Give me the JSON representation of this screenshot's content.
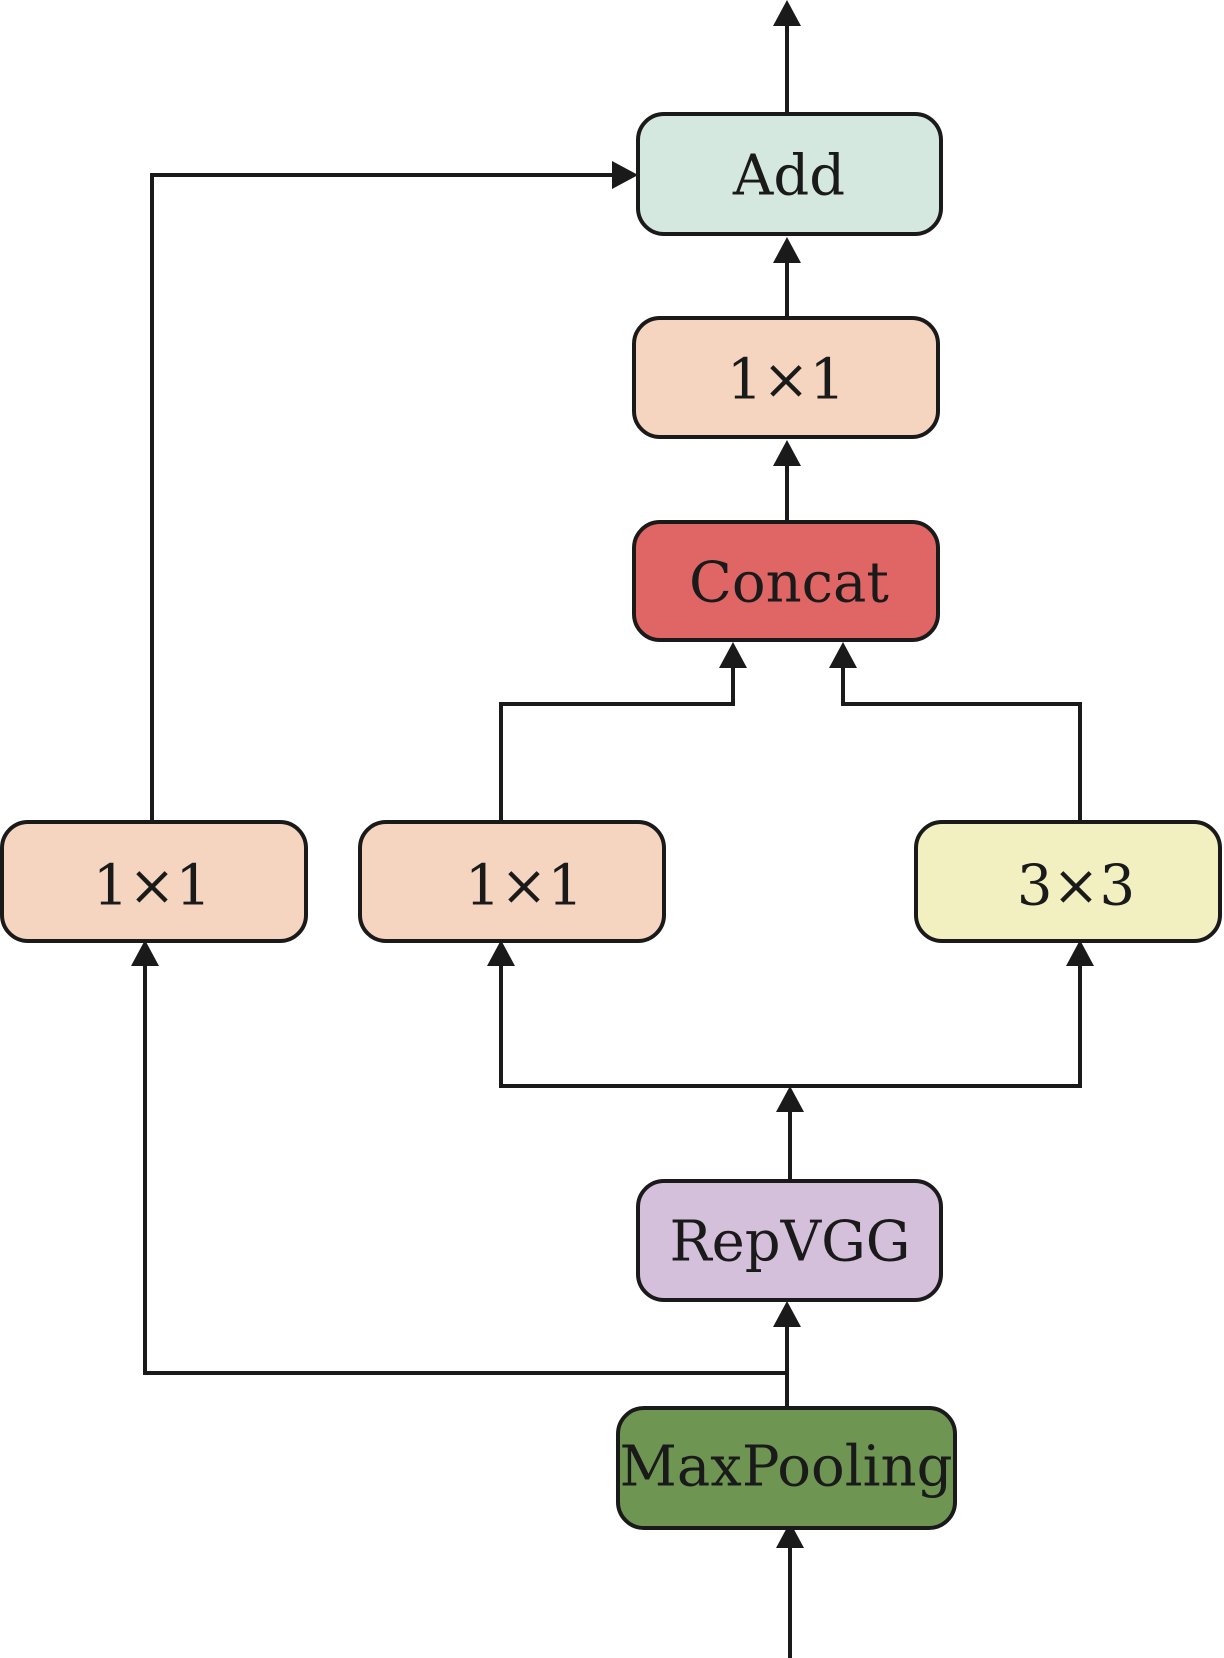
{
  "diagram": {
    "nodes": {
      "add": {
        "label": "Add",
        "color": "#d5e8e0"
      },
      "conv1x1_top": {
        "label": "1×1",
        "color": "#f5d5c0"
      },
      "concat": {
        "label": "Concat",
        "color": "#e06666"
      },
      "conv1x1_shortcut": {
        "label": "1×1",
        "color": "#f5d5c0"
      },
      "conv1x1_branch": {
        "label": "1×1",
        "color": "#f5d5c0"
      },
      "conv3x3_branch": {
        "label": "3×3",
        "color": "#f2f0c0"
      },
      "repvgg": {
        "label": "RepVGG",
        "color": "#d5c0dc"
      },
      "maxpooling": {
        "label": "MaxPooling",
        "color": "#6e9652"
      }
    }
  }
}
